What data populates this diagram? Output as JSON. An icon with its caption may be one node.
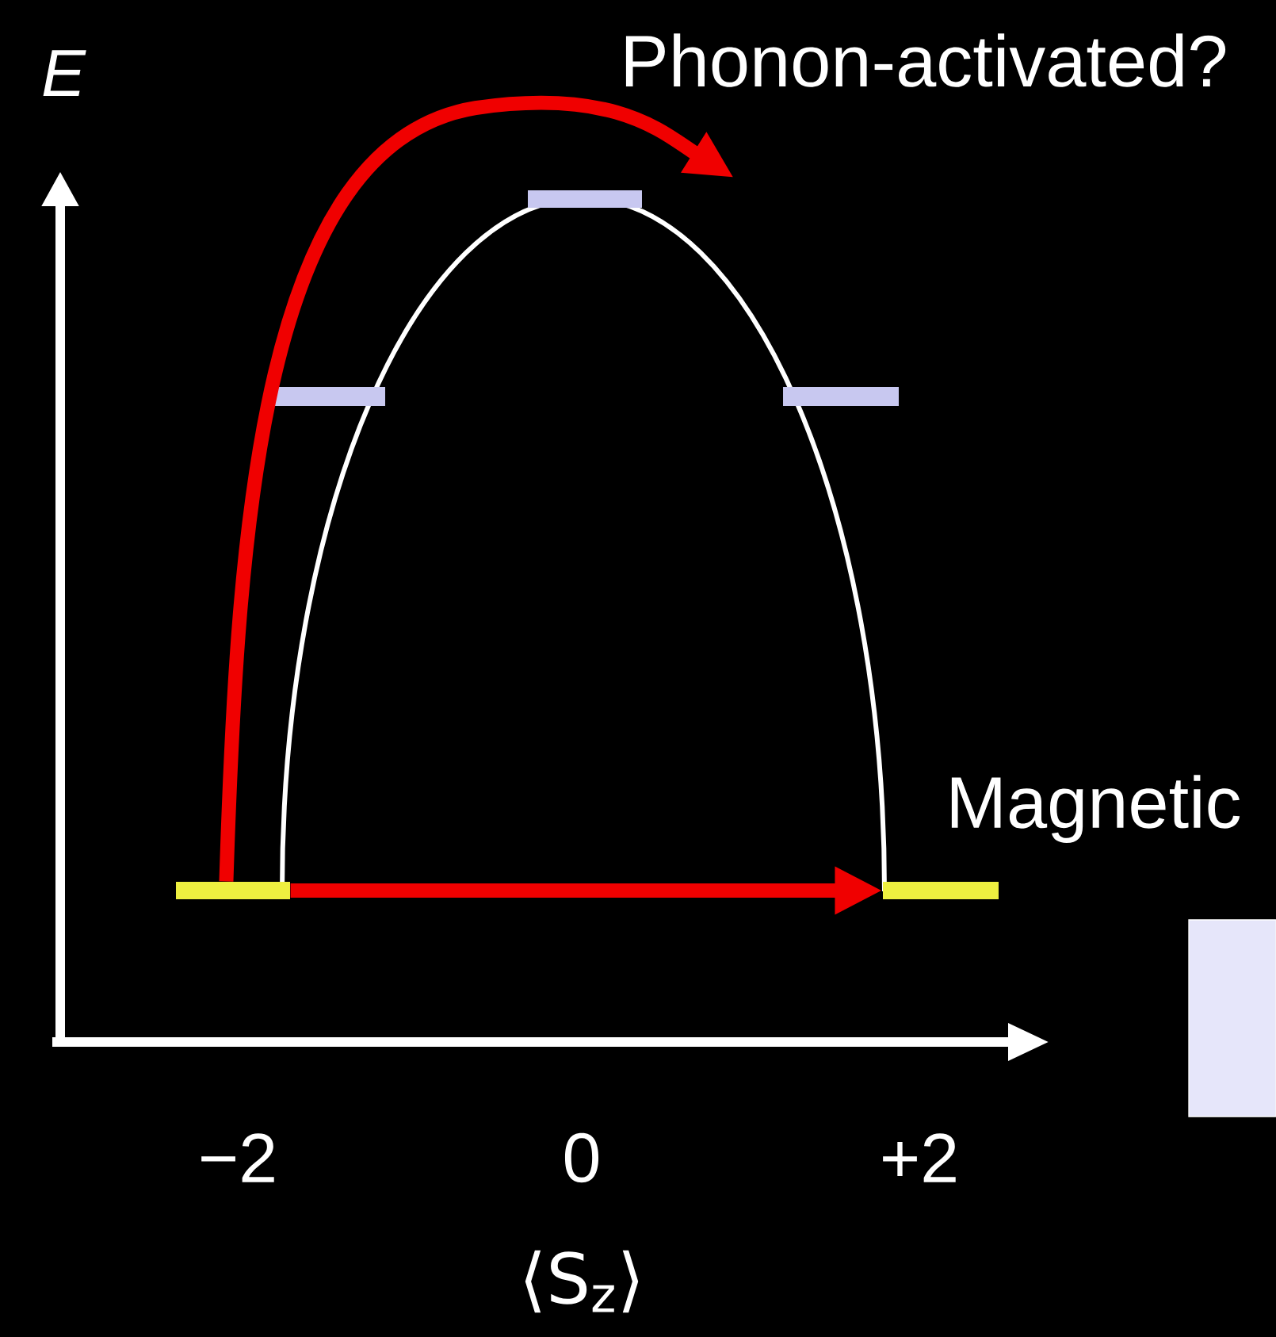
{
  "diagram": {
    "nodes": [
      {
        "text": [],
        "shape": "bar"
      },
      {
        "text": [],
        "shape": "bar"
      },
      {
        "text": [],
        "shape": "bar"
      },
      {
        "text": [],
        "shape": "bar"
      },
      {
        "text": [],
        "shape": "bar"
      },
      {
        "text": [],
        "shape": "box"
      }
    ],
    "edges": [
      {
        "from": 0,
        "to": null,
        "arrow": "to"
      },
      {
        "from": 0,
        "to": 1,
        "arrow": "to"
      }
    ],
    "labels": [
      "E",
      "Phonon-activated?",
      "Magnetic",
      "−2",
      "0",
      "+2",
      "⟨S$_{z}$⟩"
    ]
  }
}
